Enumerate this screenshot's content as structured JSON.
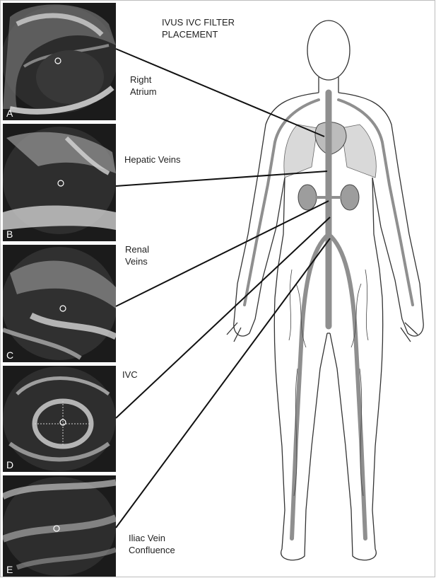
{
  "figure": {
    "title": "IVUS IVC FILTER\nPLACEMENT"
  },
  "panels": [
    {
      "letter": "A",
      "caption": "Right\nAtrium"
    },
    {
      "letter": "B",
      "caption": "Hepatic Veins"
    },
    {
      "letter": "C",
      "caption": "Renal\nVeins"
    },
    {
      "letter": "D",
      "caption": "IVC"
    },
    {
      "letter": "E",
      "caption": "Iliac Vein\nConfluence"
    }
  ],
  "colors": {
    "vein": "#8f8f8f",
    "organ": "#c4c4c4",
    "outline": "#333333",
    "leader": "#111111",
    "ultrasound_bg": "#1a1a1a"
  }
}
